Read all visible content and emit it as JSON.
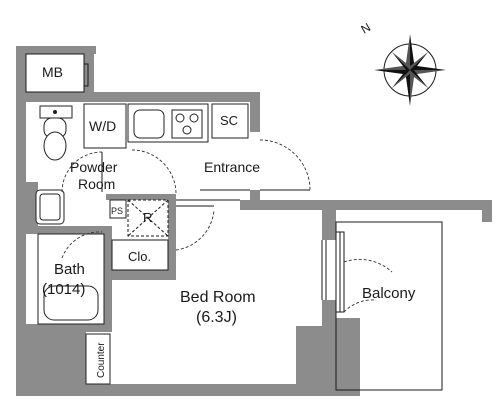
{
  "rooms": {
    "mb": "MB",
    "wd": "W/D",
    "sc": "SC",
    "powder_line1": "Powder",
    "powder_line2": "Room",
    "entrance": "Entrance",
    "ps": "PS",
    "r": "R",
    "bath_line1": "Bath",
    "bath_line2": "(1014)",
    "closet": "Clo.",
    "bedroom_line1": "Bed Room",
    "bedroom_line2": "(6.3J)",
    "balcony": "Balcony",
    "counter": "Counter"
  },
  "compass": {
    "north_label": "N",
    "icon": "compass-rose-icon"
  },
  "colors": {
    "wall": "#8c8c8c",
    "line": "#1a1a1a",
    "background": "#ffffff"
  }
}
